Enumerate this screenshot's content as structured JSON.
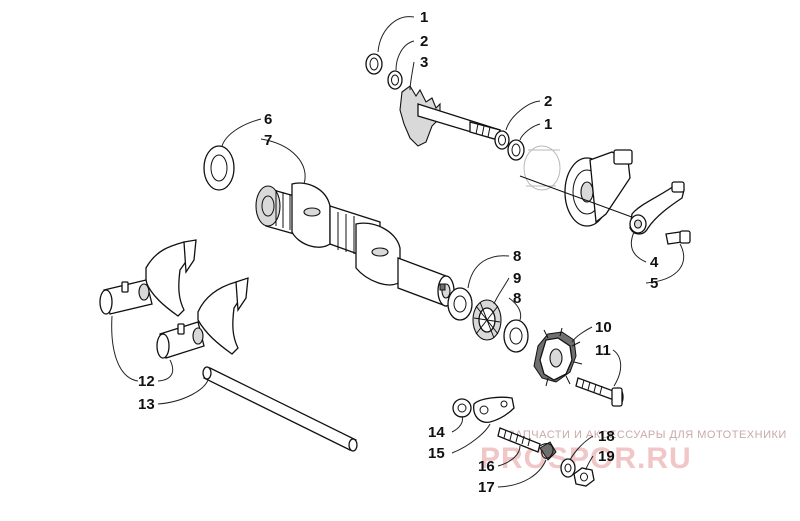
{
  "diagram": {
    "callouts": [
      "1",
      "2",
      "3",
      "2",
      "1",
      "6",
      "7",
      "8",
      "9",
      "8",
      "10",
      "11",
      "4",
      "5",
      "12",
      "13",
      "14",
      "15",
      "16",
      "17",
      "18",
      "19"
    ]
  },
  "watermark": {
    "tagline": "ЗАПЧАСТИ И АКСЕССУАРЫ ДЛЯ МОТОТЕХНИКИ",
    "logo": "PROSPOR.RU"
  }
}
